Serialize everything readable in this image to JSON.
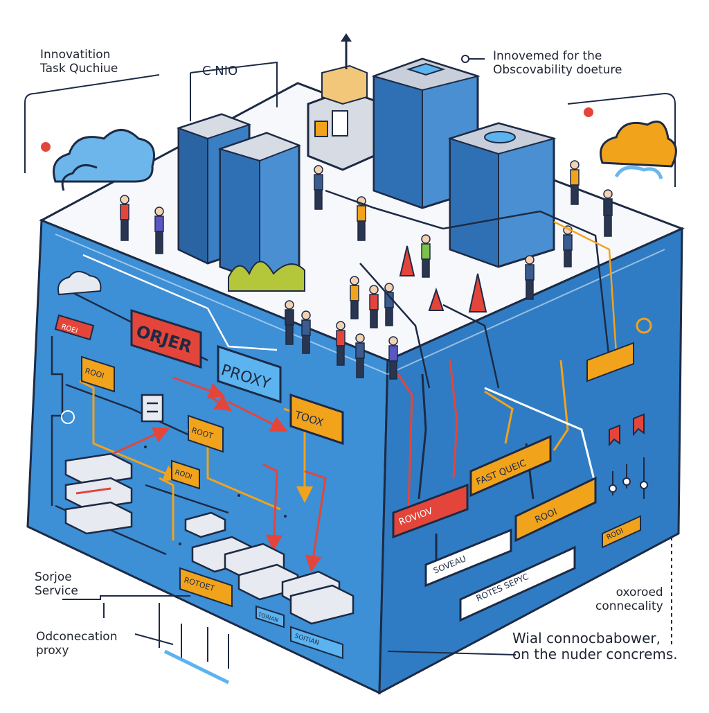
{
  "callouts": {
    "top_left": [
      "Innovatition",
      "Task Quchiue"
    ],
    "top_right": [
      "Innovemed for the",
      "Obscovability doeture"
    ],
    "mid_left": [
      "Sorjoe",
      "Service"
    ],
    "bottom_left": [
      "Odconecation",
      "proxy"
    ],
    "bottom_right_small": [
      "oxoroed",
      "connecality"
    ],
    "bottom_right_large": [
      "Wial connocbabower,",
      "on the nuder concrems."
    ]
  },
  "labels": {
    "order": "ORJER",
    "proxy_big": "PROXY",
    "toox": "TOOX",
    "rodi_left": "ROOI",
    "rodi_mid": "ROOT",
    "rodi_small": "RODI",
    "router": "ROTOET",
    "sm_tag_1": "ROEI",
    "sm_tag_2": "SOITIAN",
    "review": "ROVIOV",
    "fast_queue": "FAST QUEIC",
    "rodi_right": "ROOI",
    "soveau": "SOVEAU",
    "notes": "ROTES SEPYC",
    "rodi_edge": "RODI",
    "tag_small": "RODI",
    "front_label": "TORIAN",
    "nio": "C  NIO"
  },
  "colors": {
    "platform_front": "#3d8fd6",
    "platform_side": "#2f7cc4",
    "platform_top": "#f7f8fb",
    "accent_red": "#e4453a",
    "accent_orange": "#f2a31c",
    "building_blue": "#3a7fc4"
  }
}
